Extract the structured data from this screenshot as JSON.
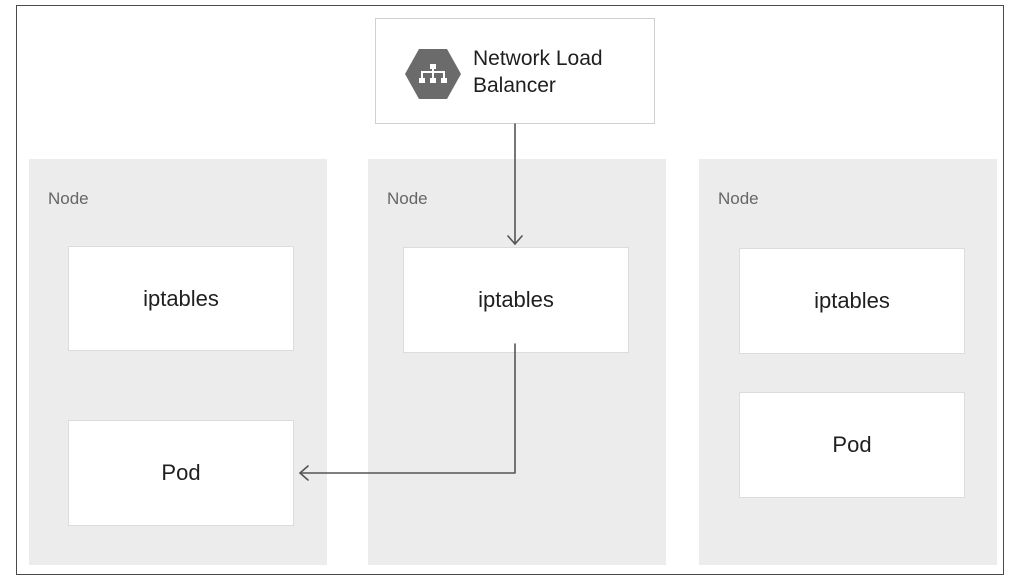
{
  "load_balancer": {
    "label": "Network Load\nBalancer",
    "icon": "load-balancer-icon",
    "icon_color": "#6b6b6b"
  },
  "nodes": [
    {
      "label": "Node",
      "iptables": "iptables",
      "pod": "Pod"
    },
    {
      "label": "Node",
      "iptables": "iptables"
    },
    {
      "label": "Node",
      "iptables": "iptables",
      "pod": "Pod"
    }
  ],
  "colors": {
    "node_bg": "#ececec",
    "border": "#4a4a4a",
    "arrow": "#555555"
  }
}
